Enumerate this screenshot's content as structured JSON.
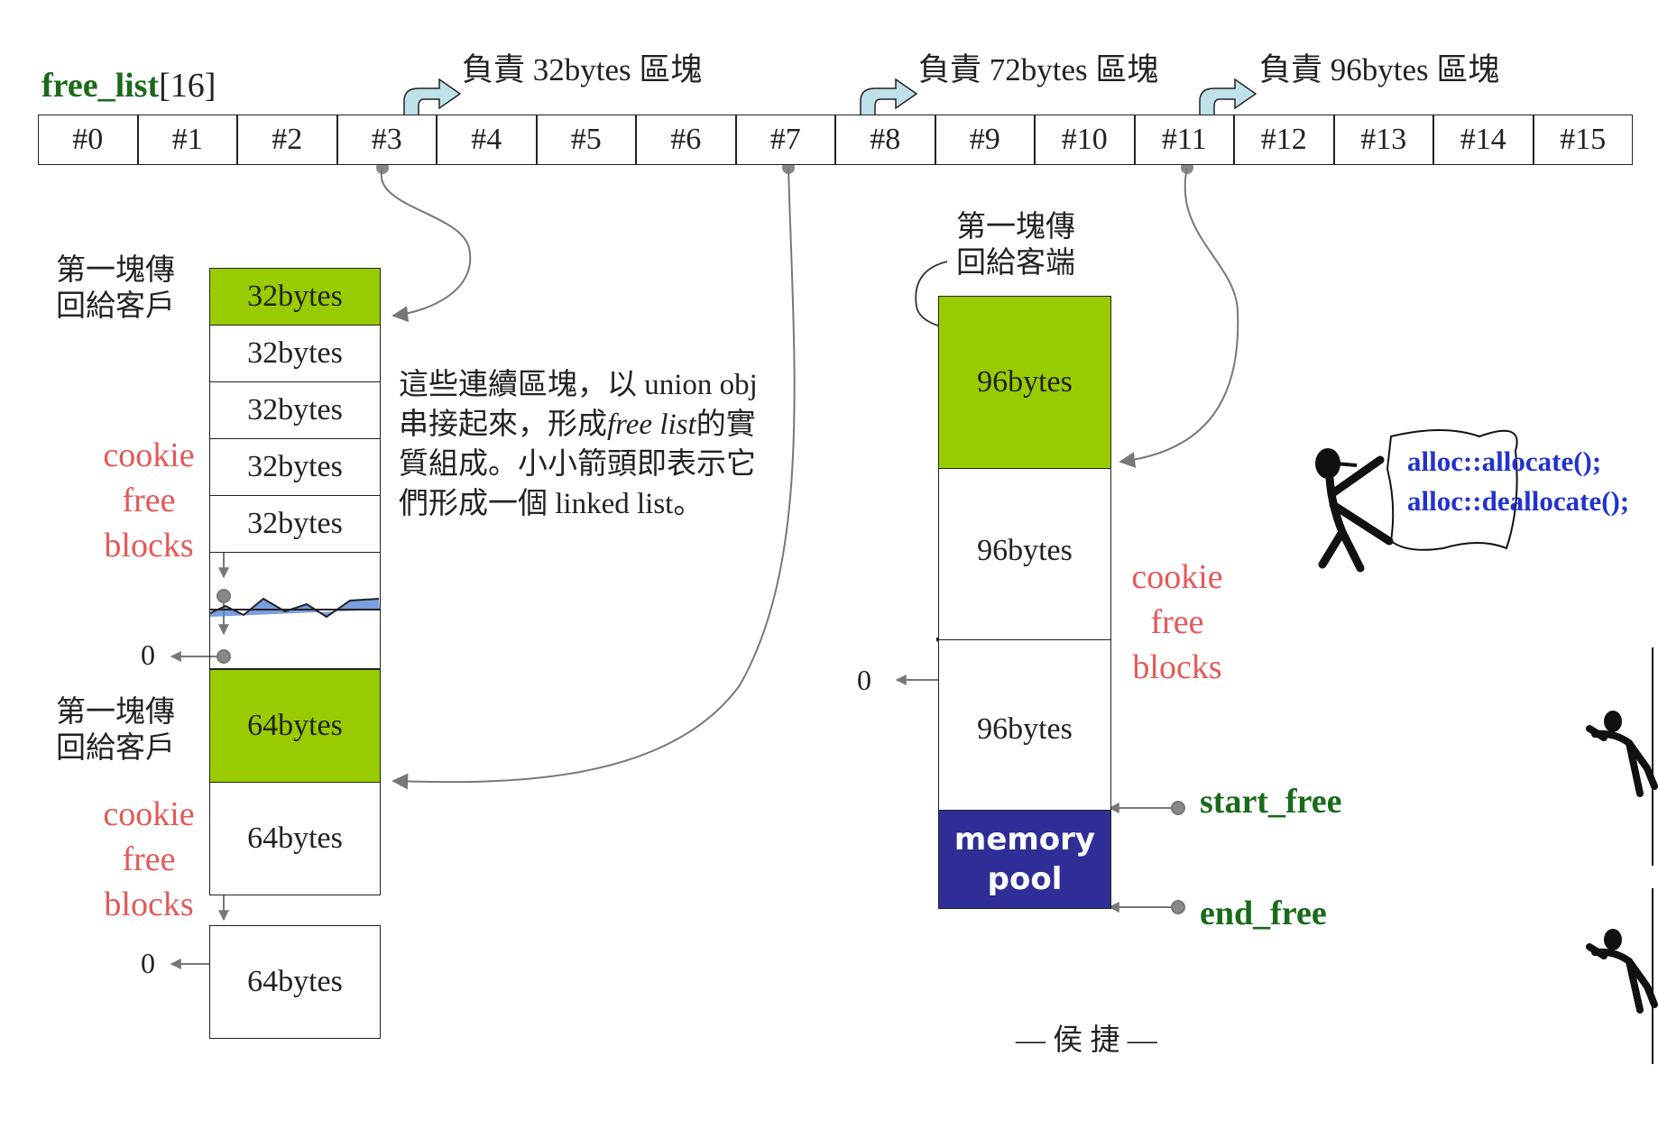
{
  "free_list": {
    "name": "free_list",
    "size_suffix": "[16]",
    "slots": [
      "#0",
      "#1",
      "#2",
      "#3",
      "#4",
      "#5",
      "#6",
      "#7",
      "#8",
      "#9",
      "#10",
      "#11",
      "#12",
      "#13",
      "#14",
      "#15"
    ]
  },
  "responsibility": [
    "負責 32bytes 區塊",
    "負責 72bytes 區塊",
    "負責 96bytes 區塊"
  ],
  "left_column": {
    "first_return_1": [
      "第一塊傳",
      "回給客戶"
    ],
    "blocks_32": [
      "32bytes",
      "32bytes",
      "32bytes",
      "32bytes",
      "32bytes"
    ],
    "cookie_free_1": [
      "cookie",
      "free",
      "blocks"
    ],
    "zero": "0",
    "first_return_2": [
      "第一塊傳",
      "回給客戶"
    ],
    "blocks_64": [
      "64bytes",
      "64bytes"
    ],
    "cookie_free_2": [
      "cookie",
      "free",
      "blocks"
    ],
    "zero2": "0",
    "block_64_extra": "64bytes"
  },
  "note": {
    "line1": "這些連續區塊，以 union obj",
    "line2_a": "串接起來，形成",
    "line2_em": "free list",
    "line2_b": "的實",
    "line3": "質組成。小小箭頭即表示它",
    "line4": "們形成一個 linked list。"
  },
  "right_column": {
    "first_return": [
      "第一塊傳",
      "回給客端"
    ],
    "blocks_96": [
      "96bytes",
      "96bytes",
      "96bytes"
    ],
    "cookie_free": [
      "cookie",
      "free",
      "blocks"
    ],
    "zero": "0",
    "memory_pool": [
      "memory",
      "pool"
    ],
    "start_free": "start_free",
    "end_free": "end_free"
  },
  "code": {
    "line1": "alloc::allocate();",
    "line2": "alloc::deallocate();"
  },
  "footer": "— 侯 捷 —",
  "colors": {
    "block_green": "#99cc00",
    "memory_pool": "#2e2e96",
    "cookie_red": "#e65858",
    "label_green": "#1a6a1a",
    "code_blue": "#2233cc",
    "code_purple": "#8822cc"
  }
}
